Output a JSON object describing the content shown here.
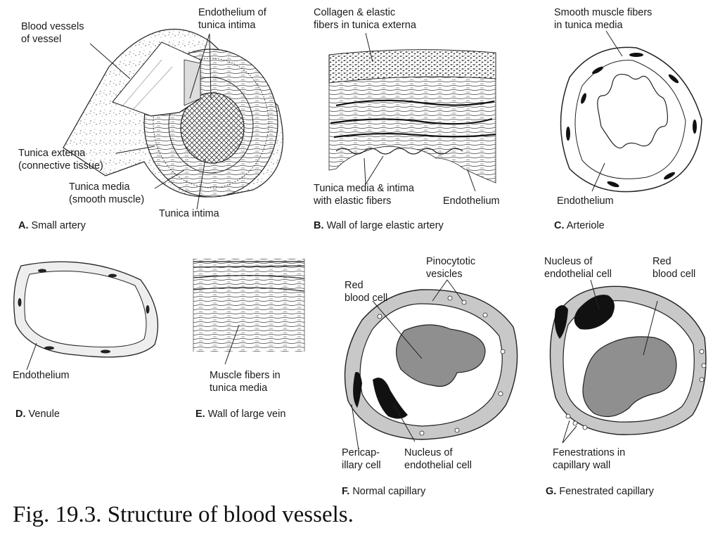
{
  "figure_caption": "Fig. 19.3. Structure of blood vessels.",
  "panels": {
    "A": {
      "letter": "A.",
      "caption": "Small artery",
      "labels": {
        "blood_vessels_1": "Blood vessels",
        "blood_vessels_2": "of vessel",
        "endothelium_1": "Endothelium of",
        "endothelium_2": "tunica intima",
        "externa_1": "Tunica externa",
        "externa_2": "(connective tissue)",
        "media_1": "Tunica media",
        "media_2": "(smooth muscle)",
        "intima": "Tunica intima"
      }
    },
    "B": {
      "letter": "B.",
      "caption": "Wall of large elastic artery",
      "labels": {
        "collagen_1": "Collagen & elastic",
        "collagen_2": "fibers in tunica externa",
        "media_1": "Tunica media & intima",
        "media_2": "with elastic fibers",
        "endothelium": "Endothelium"
      }
    },
    "C": {
      "letter": "C.",
      "caption": "Arteriole",
      "labels": {
        "smooth_1": "Smooth muscle fibers",
        "smooth_2": "in tunica media",
        "endothelium": "Endothelium"
      }
    },
    "D": {
      "letter": "D.",
      "caption": "Venule",
      "labels": {
        "endothelium": "Endothelium"
      }
    },
    "E": {
      "letter": "E.",
      "caption": "Wall of large vein",
      "labels": {
        "muscle_1": "Muscle fibers in",
        "muscle_2": "tunica media"
      }
    },
    "F": {
      "letter": "F.",
      "caption": "Normal capillary",
      "labels": {
        "pino_1": "Pinocytotic",
        "pino_2": "vesicles",
        "rbc_1": "Red",
        "rbc_2": "blood cell",
        "peri_1": "Pericap-",
        "peri_2": "illary cell",
        "nucleus_1": "Nucleus of",
        "nucleus_2": "endothelial cell"
      }
    },
    "G": {
      "letter": "G.",
      "caption": "Fenestrated capillary",
      "labels": {
        "nucleus_1": "Nucleus of",
        "nucleus_2": "endothelial cell",
        "rbc_1": "Red",
        "rbc_2": "blood cell",
        "fen_1": "Fenestrations in",
        "fen_2": "capillary wall"
      }
    }
  },
  "colors": {
    "ink": "#222222",
    "rbc_gray": "#8f8f8f",
    "cell_gray": "#c8c8c8",
    "nucleus": "#111111"
  }
}
